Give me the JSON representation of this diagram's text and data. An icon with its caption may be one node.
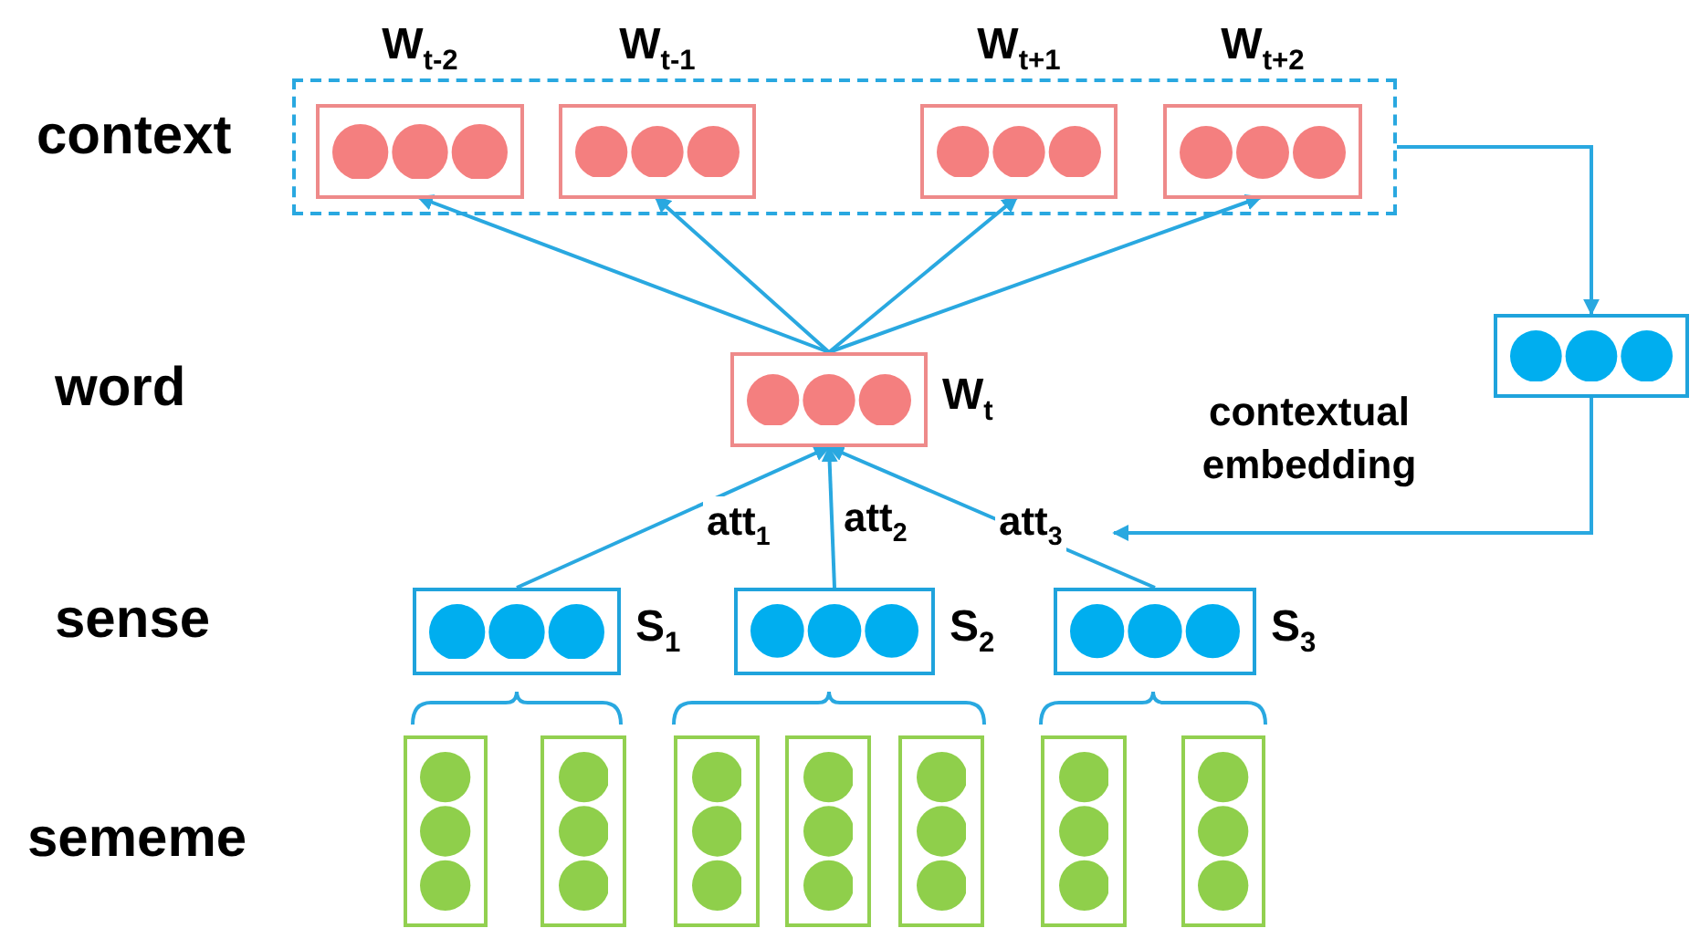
{
  "diagram": {
    "nodes": [
      {
        "text": [],
        "shape": "box"
      },
      {
        "text": [
          "W$_{t-2}$"
        ],
        "in": 0
      },
      {
        "text": [
          "W$_{t-1}$"
        ],
        "in": 0
      },
      {
        "text": [
          "W$_{t+1}$"
        ],
        "in": 0
      },
      {
        "text": [
          "W$_{t+2}$"
        ],
        "in": 0
      },
      {
        "text": [
          "W$_{t}$"
        ]
      },
      {
        "text": [],
        "shape": "box"
      },
      {
        "text": [
          "S$_{1}$"
        ]
      },
      {
        "text": [
          "S$_{2}$"
        ]
      },
      {
        "text": [
          "S$_{3}$"
        ]
      },
      {
        "text": [],
        "shape": "box"
      },
      {
        "text": [],
        "shape": "box"
      },
      {
        "text": [],
        "shape": "box"
      },
      {
        "text": [],
        "shape": "box"
      },
      {
        "text": [],
        "shape": "box"
      },
      {
        "text": [],
        "shape": "box"
      },
      {
        "text": [],
        "shape": "box"
      }
    ],
    "edges": [
      {
        "from": 5,
        "to": 1,
        "arrow": "to"
      },
      {
        "from": 5,
        "to": 2,
        "arrow": "to"
      },
      {
        "from": 5,
        "to": 3,
        "arrow": "to"
      },
      {
        "from": 5,
        "to": 4,
        "arrow": "to"
      },
      {
        "from": 0,
        "to": 6,
        "arrow": "to"
      },
      {
        "from": 6,
        "to": null,
        "arrow": "to",
        "label": "contextual embedding"
      },
      {
        "from": 7,
        "to": 5,
        "arrow": "to",
        "label": "att$_{1}$"
      },
      {
        "from": 8,
        "to": 5,
        "arrow": "to",
        "label": "att$_{2}$"
      },
      {
        "from": 9,
        "to": 5,
        "arrow": "to",
        "label": "att$_{3}$"
      }
    ],
    "labels": [
      "context",
      "word",
      "sense",
      "sememe"
    ]
  }
}
